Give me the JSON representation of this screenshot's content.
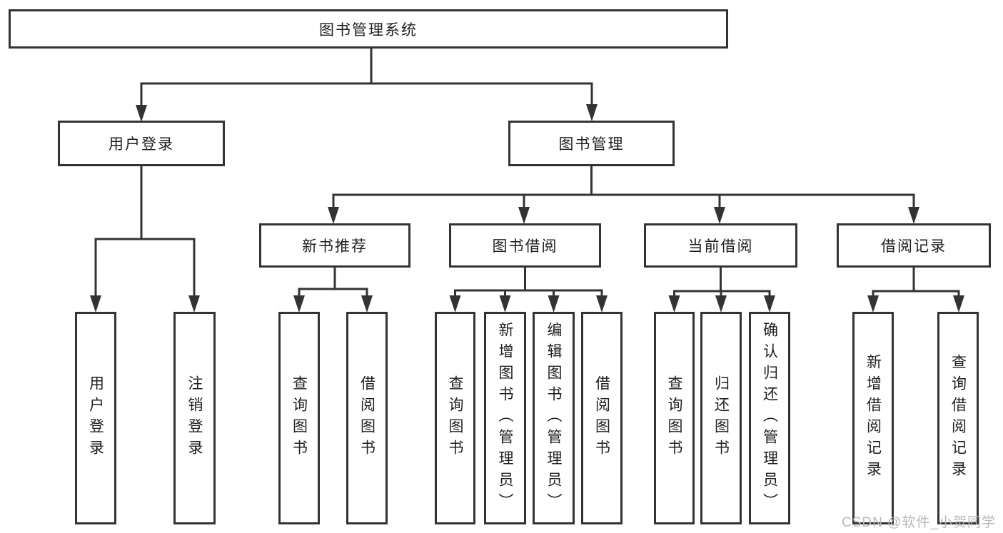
{
  "diagram": {
    "root": {
      "label": "图书管理系统"
    },
    "level2": {
      "user_login": {
        "label": "用户登录"
      },
      "book_mgmt": {
        "label": "图书管理"
      }
    },
    "level3": {
      "new_books": {
        "label": "新书推荐"
      },
      "borrow": {
        "label": "图书借阅"
      },
      "current": {
        "label": "当前借阅"
      },
      "records": {
        "label": "借阅记录"
      }
    },
    "leaves": {
      "user_login_1": {
        "label": "用户登录"
      },
      "user_login_2": {
        "label": "注销登录"
      },
      "new_books_1": {
        "label": "查询图书"
      },
      "new_books_2": {
        "label": "借阅图书"
      },
      "borrow_1": {
        "label": "查询图书"
      },
      "borrow_2": {
        "label": "新增图书（管理员）"
      },
      "borrow_3": {
        "label": "编辑图书（管理员）"
      },
      "borrow_4": {
        "label": "借阅图书"
      },
      "current_1": {
        "label": "查询图书"
      },
      "current_2": {
        "label": "归还图书"
      },
      "current_3": {
        "label": "确认归还（管理员）"
      },
      "records_1": {
        "label": "新增借阅记录"
      },
      "records_2": {
        "label": "查询借阅记录"
      }
    }
  },
  "watermark": {
    "text": "CSDN @软件_小贺同学"
  },
  "colors": {
    "line": "#333333",
    "text": "#1f1f1f",
    "watermark": "#b8b8b8",
    "background": "#ffffff"
  }
}
